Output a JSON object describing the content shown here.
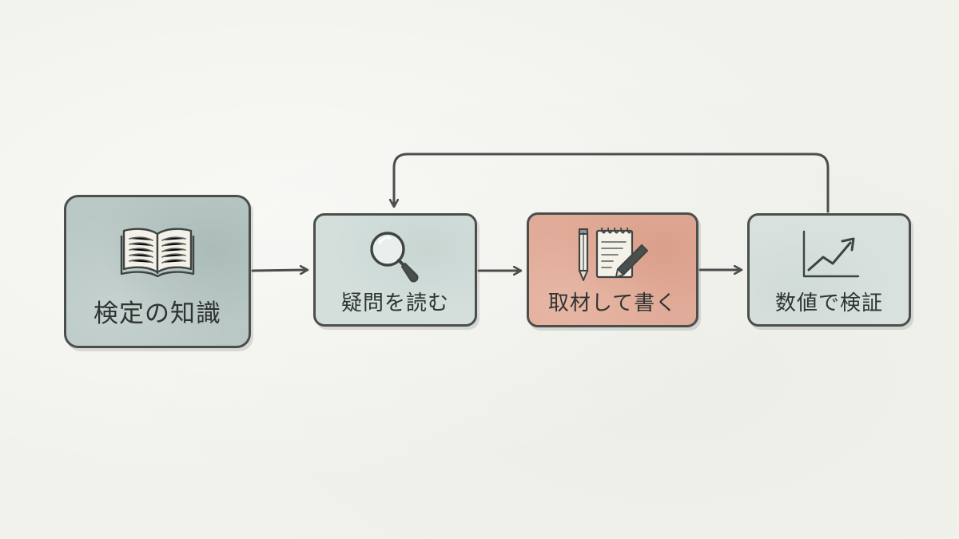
{
  "nodes": [
    {
      "id": "knowledge",
      "label": "検定の知識",
      "icon": "open-book-icon",
      "fill": "#b9c8c5"
    },
    {
      "id": "question",
      "label": "疑問を読む",
      "icon": "magnifying-glass-icon",
      "fill": "#d4dfdc"
    },
    {
      "id": "write",
      "label": "取材して書く",
      "icon": "notepad-pencil-icon",
      "fill": "#e0ab98"
    },
    {
      "id": "verify",
      "label": "数値で検証",
      "icon": "rising-chart-icon",
      "fill": "#d9e1de"
    }
  ],
  "edges": [
    {
      "from": "knowledge",
      "to": "question"
    },
    {
      "from": "question",
      "to": "write"
    },
    {
      "from": "write",
      "to": "verify"
    },
    {
      "from": "verify",
      "to": "question",
      "style": "loop-back"
    }
  ],
  "colors": {
    "stroke": "#4a4f4e",
    "text": "#2f3433",
    "background": "#f2f2ed"
  }
}
